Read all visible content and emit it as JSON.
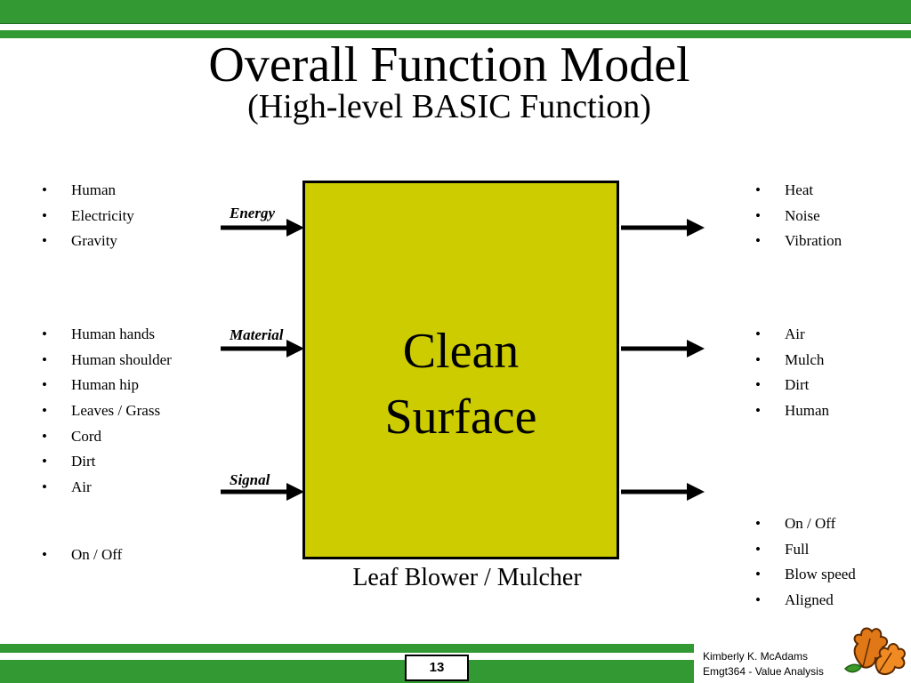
{
  "slide": {
    "title": "Overall Function Model",
    "subtitle": "(High-level BASIC Function)",
    "page_number": "13",
    "footer_author": "Kimberly K. McAdams",
    "footer_course": "Emgt364 - Value Analysis"
  },
  "function_box": {
    "line1": "Clean",
    "line2": "Surface",
    "caption": "Leaf Blower / Mulcher"
  },
  "flows": {
    "energy": "Energy",
    "material": "Material",
    "signal": "Signal"
  },
  "inputs": {
    "energy": [
      "Human",
      "Electricity",
      "Gravity"
    ],
    "material": [
      "Human hands",
      "Human shoulder",
      "Human hip",
      "Leaves / Grass",
      "Cord",
      "Dirt",
      "Air"
    ],
    "signal": [
      "On / Off"
    ]
  },
  "outputs": {
    "energy": [
      "Heat",
      "Noise",
      "Vibration"
    ],
    "material": [
      "Air",
      "Mulch",
      "Dirt",
      "Human"
    ],
    "signal": [
      "On / Off",
      "Full",
      "Blow speed",
      "Aligned"
    ]
  },
  "colors": {
    "band_green": "#339933",
    "box_fill": "#cccc00",
    "leaf_orange": "#e07818"
  },
  "bullet": "•"
}
